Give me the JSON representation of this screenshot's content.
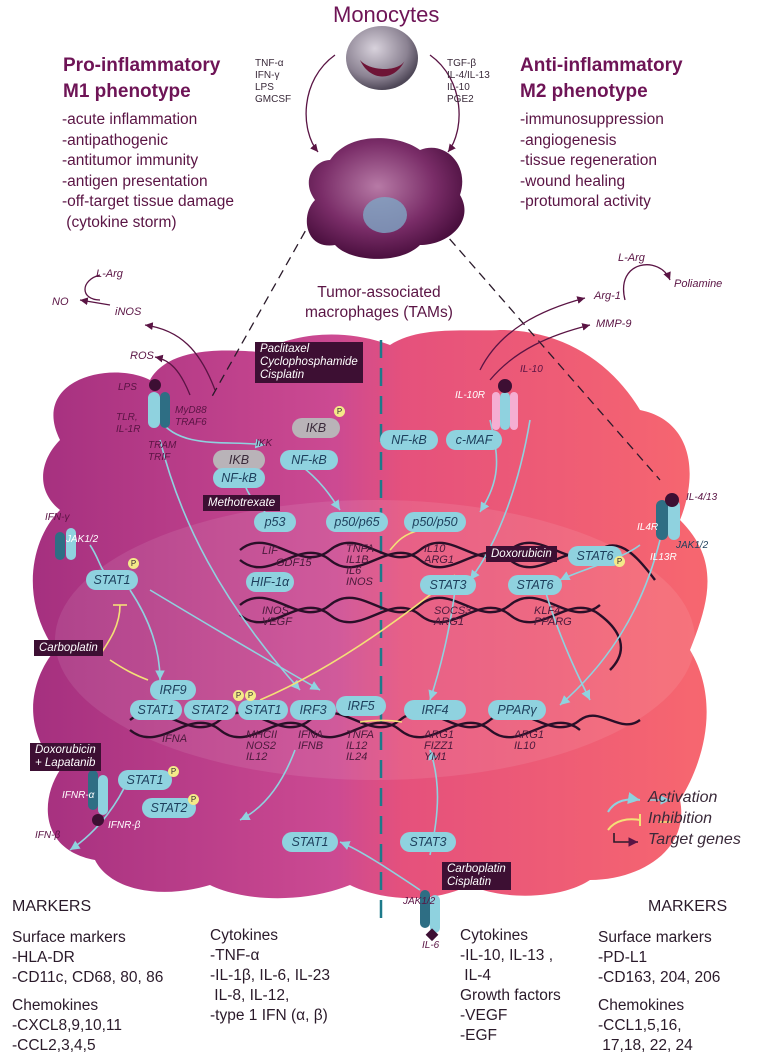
{
  "header": {
    "monocytes": "Monocytes",
    "m1_title": "Pro-inflammatory",
    "m1_subtitle": "M1 phenotype",
    "m2_title": "Anti-inflammatory",
    "m2_subtitle": "M2 phenotype",
    "m1_stimuli": [
      "TNF-α",
      "IFN-γ",
      "LPS",
      "GMCSF"
    ],
    "m2_stimuli": [
      "TGF-β",
      "IL-4/IL-13",
      "IL-10",
      "PGE2"
    ],
    "m1_functions": [
      "-acute inflammation",
      "-antipathogenic",
      "-antitumor immunity",
      "-antigen presentation",
      "-off-target tissue damage",
      " (cytokine storm)"
    ],
    "m2_functions": [
      "-immunosuppression",
      "-angiogenesis",
      "-tissue regeneration",
      "-wound healing",
      "-protumoral activity"
    ],
    "tam_line1": "Tumor-associated",
    "tam_line2": "macrophages (TAMs)"
  },
  "outside_labels": {
    "larg_left": "L-Arg",
    "no": "NO",
    "inos": "iNOS",
    "ros": "ROS",
    "larg_right": "L-Arg",
    "arg1": "Arg-1",
    "poliamine": "Poliamine",
    "mmp9": "MMP-9",
    "il10": "IL-10",
    "il10r": "IL-10R",
    "lps": "LPS",
    "tlr": "TLR,",
    "il1r": "IL-1R",
    "myd88": "MyD88",
    "traf6": "TRAF6",
    "tram": "TRAM",
    "trif": "TRIF",
    "ikk": "IKK",
    "ifng": "IFN-γ",
    "jak12_left": "JAK1/2",
    "il413": "IL-4/13",
    "il4r": "IL4R",
    "il13r": "IL13R",
    "jak12_right": "JAK1/2",
    "ifnr_a": "IFNR-α",
    "ifnr_b": "IFNR-β",
    "ifnb": "IFN-β",
    "jak12_bottom": "JAK1/2",
    "il6": "IL-6",
    "p": "P"
  },
  "drugs": {
    "paclitaxel": [
      "Paclitaxel",
      "Cyclophosphamide",
      "Cisplatin"
    ],
    "methotrexate": "Methotrexate",
    "doxorubicin": "Doxorubicin",
    "carboplatin": "Carboplatin",
    "doxo_lapatinib": [
      "Doxorubicin",
      "+ Lapatanib"
    ],
    "carbo_cisplatin": [
      "Carboplatin",
      "Cisplatin"
    ]
  },
  "nodes": {
    "ikb_top": "IKB",
    "ikb": "IKB",
    "nfkb_complex": "NF-kB",
    "nfkb": "NF-kB",
    "nfkb_right": "NF-kB",
    "cmaf": "c-MAF",
    "p53": "p53",
    "p50p65": "p50/p65",
    "p50p50": "p50/p50",
    "stat6_top": "STAT6",
    "stat1_left": "STAT1",
    "hif1a": "HIF-1α",
    "stat3": "STAT3",
    "stat6": "STAT6",
    "irf9": "IRF9",
    "stat1_a": "STAT1",
    "stat2_a": "STAT2",
    "stat1_b": "STAT1",
    "irf3": "IRF3",
    "irf5": "IRF5",
    "irf4": "IRF4",
    "ppary": "PPARγ",
    "stat1_c": "STAT1",
    "stat2_c": "STAT2",
    "stat1_bottom": "STAT1",
    "stat3_bottom": "STAT3"
  },
  "genes": {
    "lif": "LIF",
    "gdf15": "GDF15",
    "tnfa_ilb": [
      "TNFA",
      "IL1B",
      "IL6",
      "INOS"
    ],
    "il10_arg1": [
      "IL10",
      "ARG1"
    ],
    "inos_vegf": [
      "INOS",
      "VEGF"
    ],
    "socs3_arg1": [
      "SOCS3",
      "ARG1"
    ],
    "klf4_pparg": [
      "KLF4",
      "PPARG"
    ],
    "ifna": "IFNA",
    "mhcii": [
      "MHCII",
      "NOS2",
      "IL12"
    ],
    "ifna_ifnb": [
      "IFNA",
      "IFNB"
    ],
    "tnfa_il12": [
      "TNFA",
      "IL12",
      "IL24"
    ],
    "arg1_fizz1": [
      "ARG1",
      "FIZZ1",
      "YM1"
    ],
    "arg1_il10": [
      "ARG1",
      "IL10"
    ]
  },
  "legend": {
    "activation": "Activation",
    "inhibition": "Inhibition",
    "target_genes": "Target genes"
  },
  "bottom": {
    "m1_markers_title": "MARKERS",
    "m1_surface_title": "Surface markers",
    "m1_surface": [
      "-HLA-DR",
      "-CD11c, CD68, 80, 86"
    ],
    "m1_chemokines_title": "Chemokines",
    "m1_chemokines": [
      "-CXCL8,9,10,11",
      "-CCL2,3,4,5"
    ],
    "m1_cytokines_title": "Cytokines",
    "m1_cytokines": [
      "-TNF-α",
      "-IL-1β, IL-6, IL-23",
      " IL-8, IL-12,",
      "-type 1 IFN (α, β)"
    ],
    "m2_cytokines_title": "Cytokines",
    "m2_cytokines": [
      "-IL-10, IL-13 ,",
      " IL-4"
    ],
    "m2_growth_title": "Growth factors",
    "m2_growth": [
      "-VEGF",
      "-EGF"
    ],
    "m2_markers_title": "MARKERS",
    "m2_surface_title": "Surface markers",
    "m2_surface": [
      "-PD-L1",
      "-CD163, 204, 206"
    ],
    "m2_chemokines_title": "Chemokines",
    "m2_chemokines": [
      "-CCL1,5,16,",
      " 17,18, 22, 24"
    ]
  },
  "colors": {
    "m1_fill": "#b73a8c",
    "m2_fill": "#ef5a6e",
    "node": "#8fd2df",
    "activation": "#8fd2df",
    "inhibition": "#f4e077",
    "drug_label": "#3d0f33",
    "title": "#6e1456"
  }
}
